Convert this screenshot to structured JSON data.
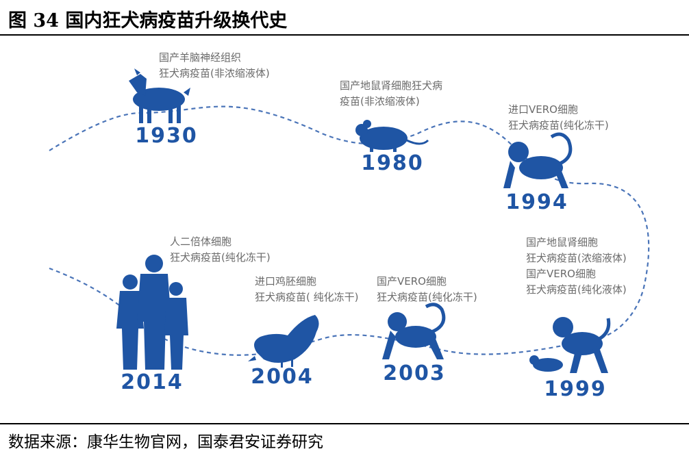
{
  "figure_title": "图  34    国内狂犬病疫苗升级换代史",
  "source": "数据来源：康华生物官网，国泰君安证券研究",
  "colors": {
    "accent": "#1f55a4",
    "text": "#6a6a6a",
    "path": "#4a74b8"
  },
  "milestones": [
    {
      "year": "1930",
      "icon": "goat-icon",
      "lines": [
        "国产羊脑神经组织",
        "狂犬病疫苗(非浓缩液体)"
      ]
    },
    {
      "year": "1980",
      "icon": "mouse-icon",
      "lines": [
        "国产地鼠肾细胞狂犬病",
        "疫苗(非浓缩液体)"
      ]
    },
    {
      "year": "1994",
      "icon": "monkey-icon",
      "lines": [
        "进口VERO细胞",
        "狂犬病疫苗(纯化冻干)"
      ]
    },
    {
      "year": "1999",
      "icon": "monkey-mouse-icon",
      "lines": [
        "国产地鼠肾细胞",
        "狂犬病疫苗(浓缩液体)",
        "国产VERO细胞",
        "狂犬病疫苗(纯化液体)"
      ]
    },
    {
      "year": "2003",
      "icon": "monkey-icon",
      "lines": [
        "国产VERO细胞",
        "狂犬病疫苗(纯化冻干)"
      ]
    },
    {
      "year": "2004",
      "icon": "chicken-icon",
      "lines": [
        "进口鸡胚细胞",
        "狂犬病疫苗( 纯化冻干)"
      ]
    },
    {
      "year": "2014",
      "icon": "family-icon",
      "lines": [
        "人二倍体细胞",
        "狂犬病疫苗(纯化冻干)"
      ]
    }
  ]
}
